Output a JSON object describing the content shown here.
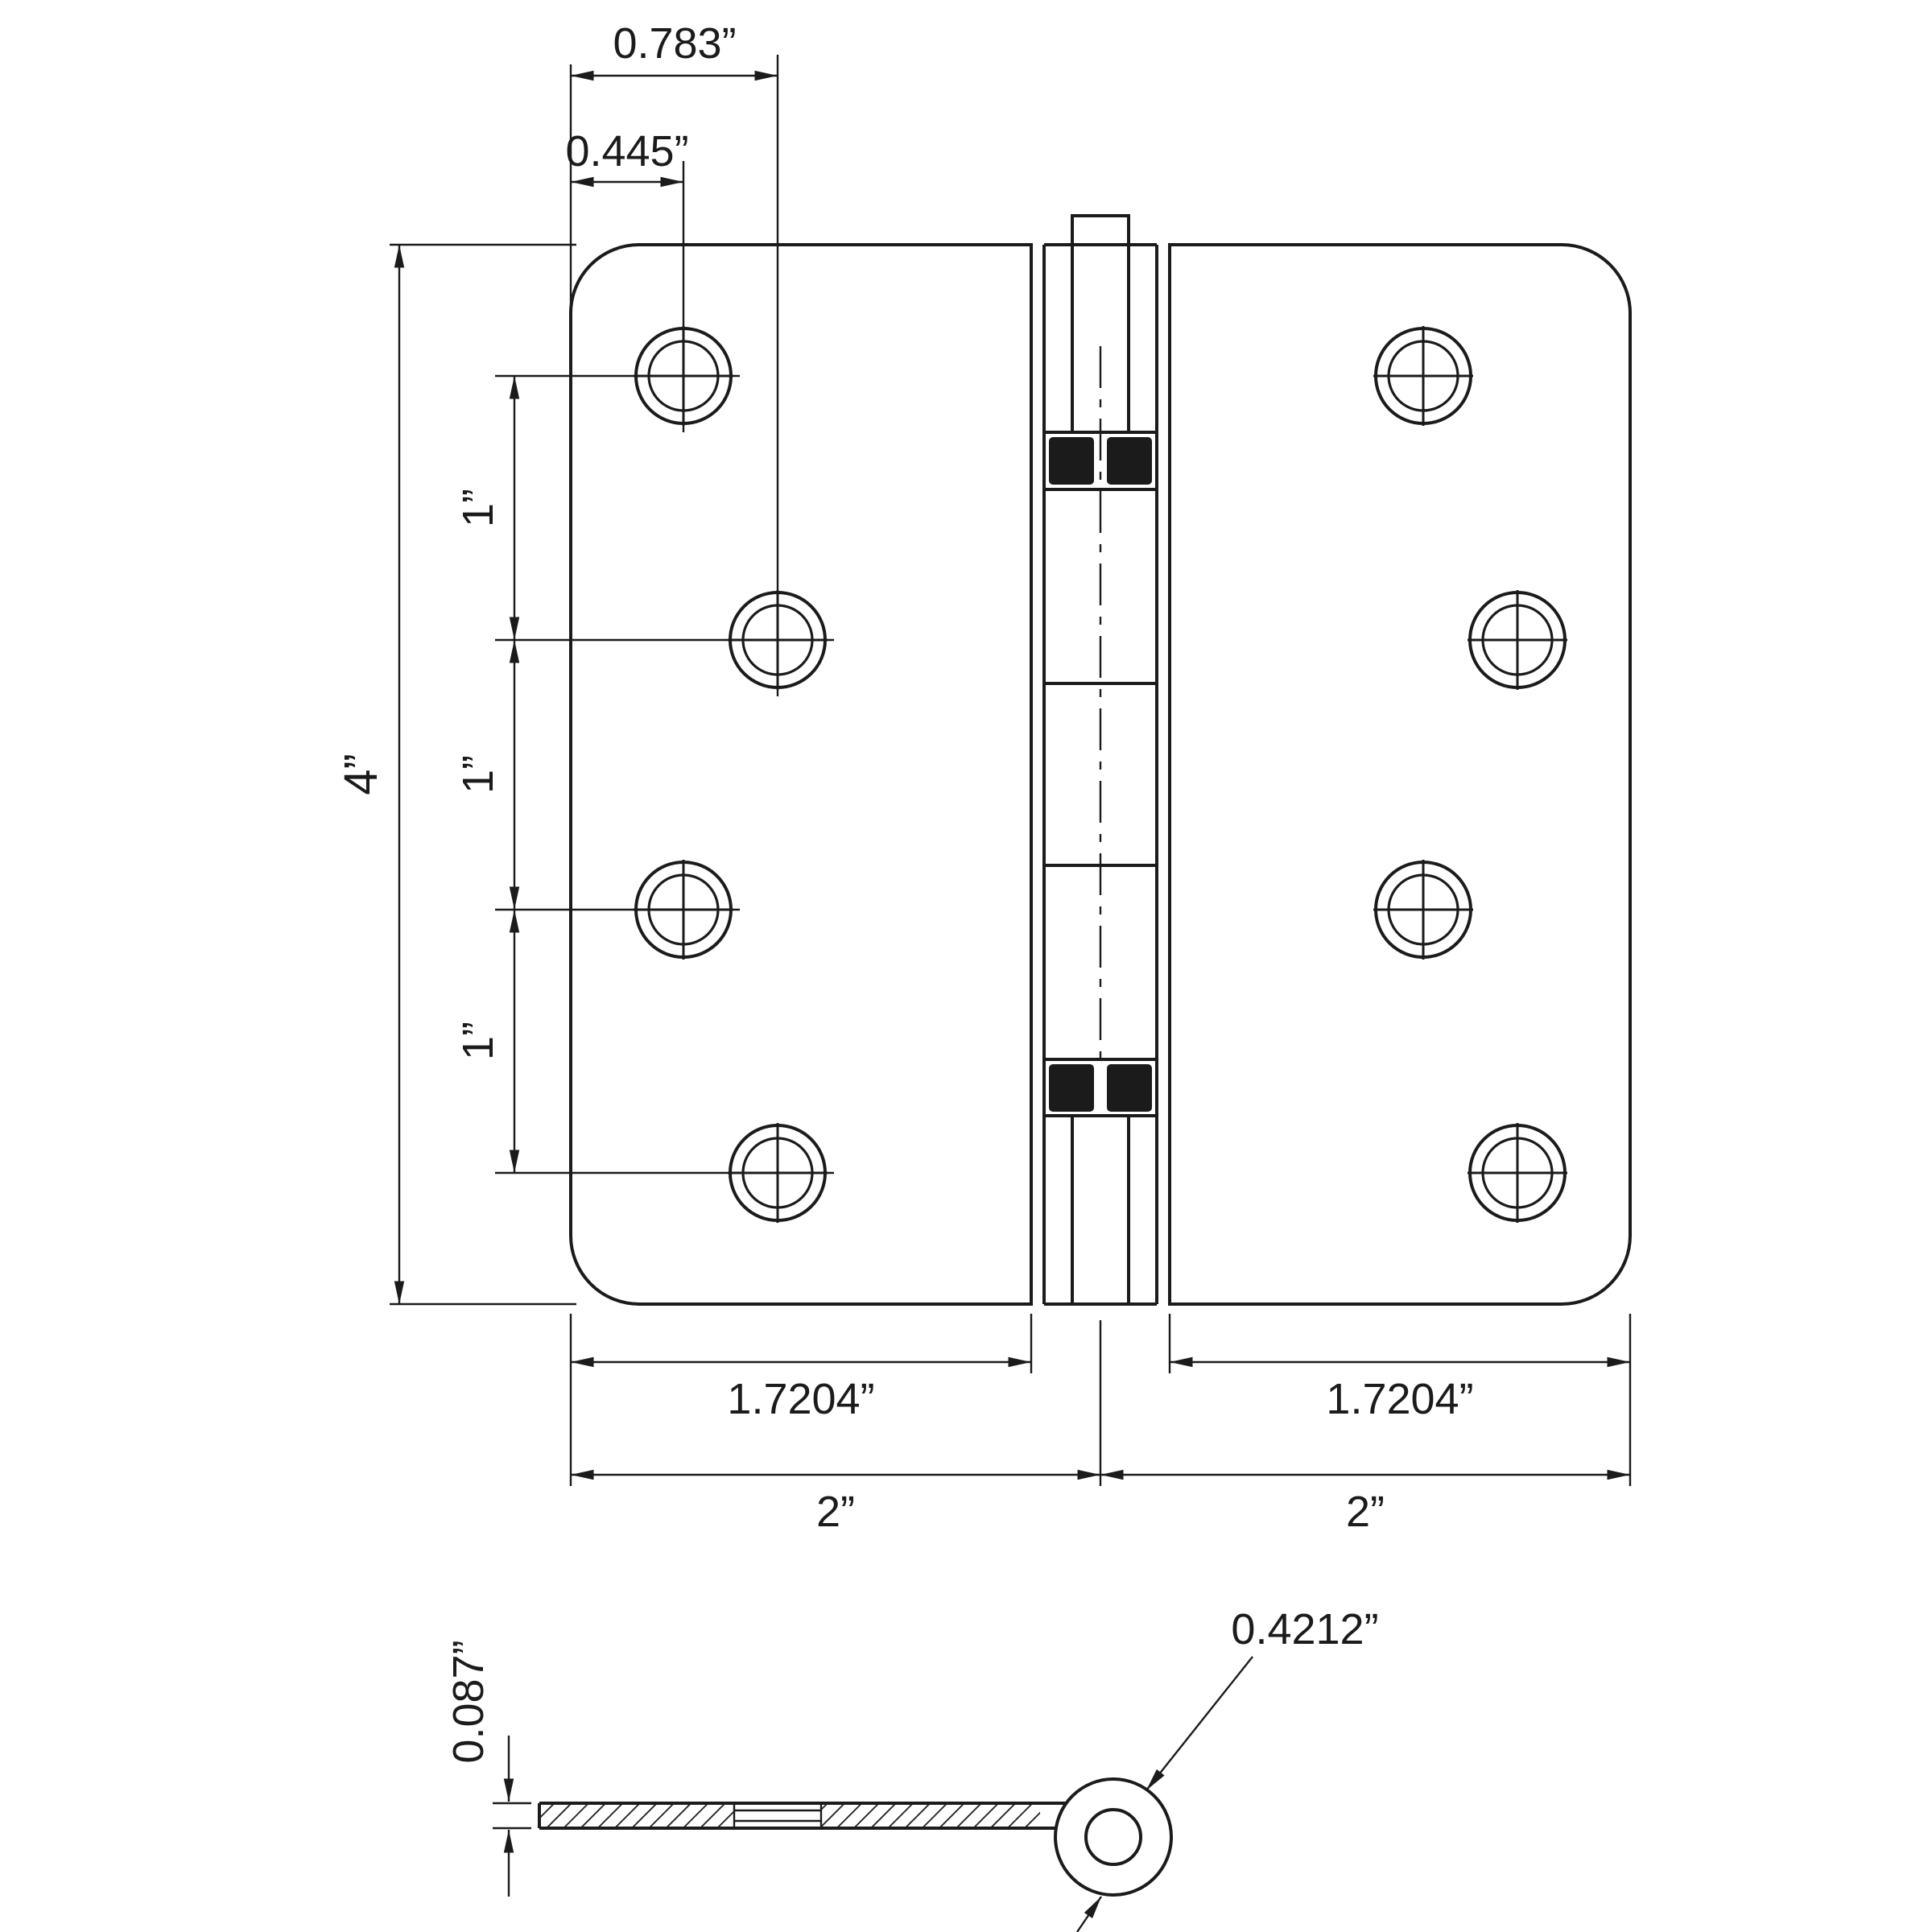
{
  "drawing": {
    "title": "hinge-dimension-drawing",
    "views": {
      "front": "hinge-front-elevation",
      "side": "leaf-edge-profile"
    },
    "dims": {
      "top_outer": "0.783”",
      "top_inner": "0.445”",
      "height": "4”",
      "spacing1": "1”",
      "spacing2": "1”",
      "spacing3": "1”",
      "leaf_left": "1.7204”",
      "leaf_right": "1.7204”",
      "half_left": "2”",
      "half_right": "2”",
      "thickness": "0.087”",
      "barrel": "0.4212”"
    },
    "colors": {
      "line": "#1b1b1b",
      "background": "#ffffff"
    }
  }
}
